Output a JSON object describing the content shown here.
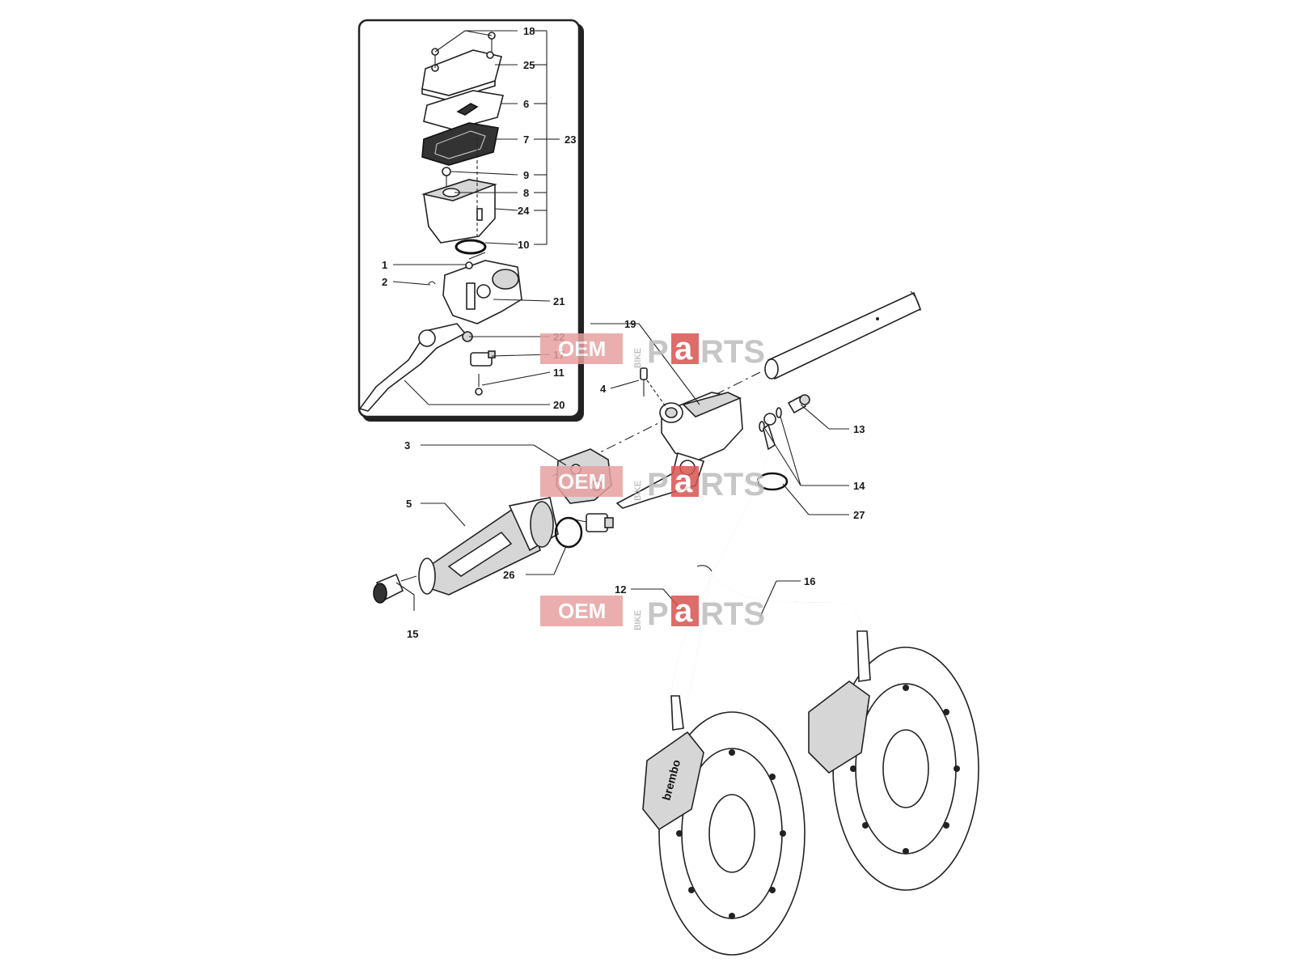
{
  "callouts": {
    "c1": "1",
    "c2": "2",
    "c3": "3",
    "c4": "4",
    "c5": "5",
    "c6": "6",
    "c7": "7",
    "c8": "8",
    "c9": "9",
    "c10": "10",
    "c11": "11",
    "c12": "12",
    "c13": "13",
    "c14": "14",
    "c15": "15",
    "c16": "16",
    "c17": "17",
    "c18": "18",
    "c19": "19",
    "c20": "20",
    "c21": "21",
    "c22": "22",
    "c23": "23",
    "c24": "24",
    "c25": "25",
    "c26": "26",
    "c27": "27"
  },
  "watermark": {
    "oem": "OEM",
    "bike": "BIKE",
    "p": "P",
    "a": "a",
    "rts": "RTS"
  },
  "caliper_brand": "brembo",
  "colors": {
    "watermark_red": "#e8a0a0",
    "watermark_red_dark": "#d9534f",
    "line": "#222222"
  }
}
